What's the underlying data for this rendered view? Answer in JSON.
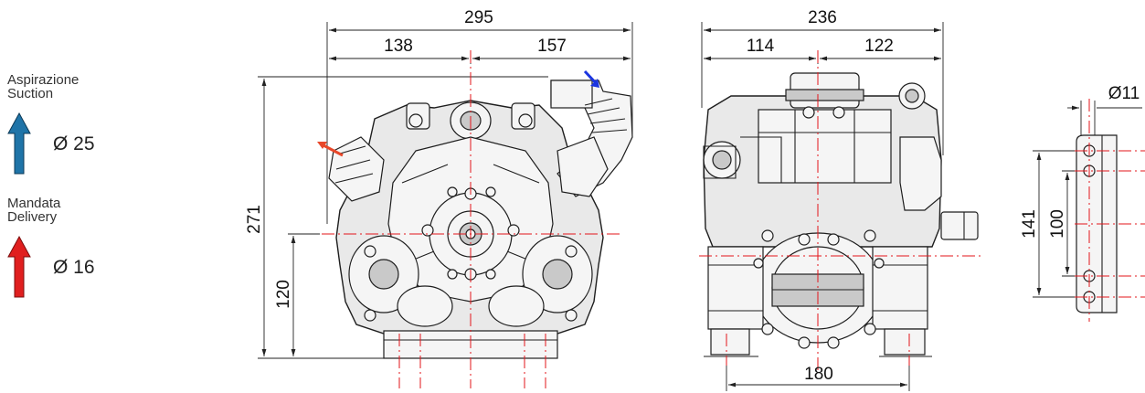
{
  "legend": {
    "suction": {
      "label_it": "Aspirazione",
      "label_en": "Suction",
      "diameter": "Ø 25",
      "color": "#1f74a8"
    },
    "delivery": {
      "label_it": "Mandata",
      "label_en": "Delivery",
      "diameter": "Ø 16",
      "color": "#e01f1f"
    }
  },
  "front_view": {
    "dim_total_width": "295",
    "dim_left": "138",
    "dim_right": "157",
    "dim_height": "271",
    "dim_axis_height": "120"
  },
  "side_view": {
    "dim_total_width": "236",
    "dim_left": "114",
    "dim_right": "122",
    "dim_base": "180"
  },
  "bracket_view": {
    "dim_hole": "Ø11",
    "dim_outer": "141",
    "dim_inner": "100"
  },
  "colors": {
    "centerline": "#e3151a",
    "flow_in": "#1b35e0",
    "flow_out": "#e8482a"
  }
}
